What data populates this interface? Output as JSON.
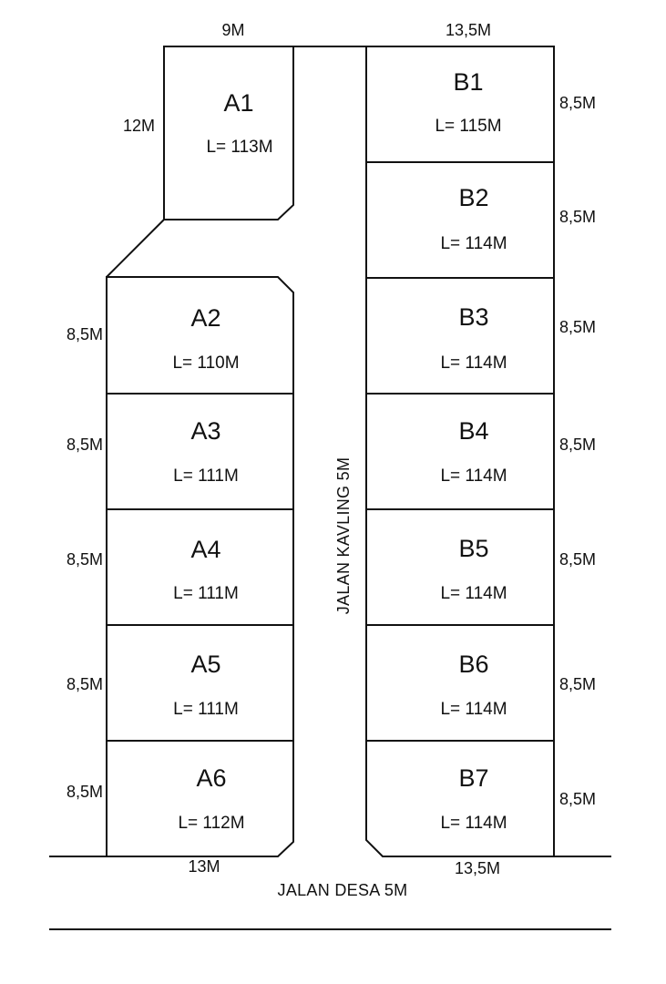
{
  "top_dimensions": {
    "a_top": "9M",
    "b_top": "13,5M"
  },
  "bottom_dimensions": {
    "a_bottom": "13M",
    "b_bottom": "13,5M"
  },
  "roads": {
    "kavling": "JALAN KAVLING 5M",
    "desa": "JALAN DESA 5M"
  },
  "a1_side": "12M",
  "lots_a": [
    {
      "name": "A1",
      "area": "L= 113M"
    },
    {
      "name": "A2",
      "area": "L= 110M",
      "side": "8,5M"
    },
    {
      "name": "A3",
      "area": "L= 111M",
      "side": "8,5M"
    },
    {
      "name": "A4",
      "area": "L= 111M",
      "side": "8,5M"
    },
    {
      "name": "A5",
      "area": "L= 111M",
      "side": "8,5M"
    },
    {
      "name": "A6",
      "area": "L= 112M",
      "side": "8,5M"
    }
  ],
  "lots_b": [
    {
      "name": "B1",
      "area": "L= 115M",
      "side": "8,5M"
    },
    {
      "name": "B2",
      "area": "L= 114M",
      "side": "8,5M"
    },
    {
      "name": "B3",
      "area": "L= 114M",
      "side": "8,5M"
    },
    {
      "name": "B4",
      "area": "L= 114M",
      "side": "8,5M"
    },
    {
      "name": "B5",
      "area": "L= 114M",
      "side": "8,5M"
    },
    {
      "name": "B6",
      "area": "L= 114M",
      "side": "8,5M"
    },
    {
      "name": "B7",
      "area": "L= 114M",
      "side": "8,5M"
    }
  ]
}
